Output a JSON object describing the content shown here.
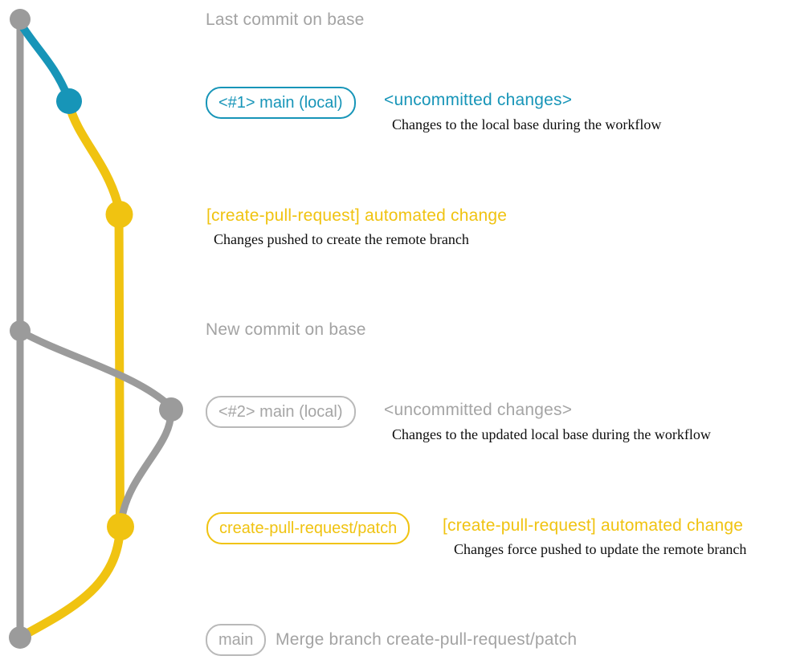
{
  "diagram_title": "git branch workflow diagram",
  "colors": {
    "branch_base_gray": "#9b9b9b",
    "branch_local_blue": "#1795b8",
    "branch_pr_yellow": "#f0c311",
    "label_gray_text": "#a3a3a3",
    "caption_black": "#0d0d0d"
  },
  "annotations": {
    "top_commit": {
      "label": "Last commit on base"
    },
    "row_main1": {
      "pill": "<#1> main (local)",
      "heading": "<uncommitted changes>",
      "caption": "Changes to the local base during the workflow"
    },
    "row_pr1": {
      "heading": "[create-pull-request] automated change",
      "caption": "Changes pushed to create the remote branch"
    },
    "new_commit": {
      "label": "New commit on base"
    },
    "row_main2": {
      "pill": "<#2> main (local)",
      "heading": "<uncommitted changes>",
      "caption": "Changes to the updated local base during the workflow"
    },
    "row_pr2": {
      "pill": "create-pull-request/patch",
      "heading": "[create-pull-request] automated change",
      "caption": "Changes force pushed to update the remote branch"
    },
    "row_merge": {
      "pill": "main",
      "label": "Merge branch create-pull-request/patch"
    }
  },
  "graph_nodes": [
    {
      "name": "base-commit-top",
      "color": "gray"
    },
    {
      "name": "local-commit-1",
      "color": "blue"
    },
    {
      "name": "pr-commit-1",
      "color": "yellow"
    },
    {
      "name": "base-commit-new",
      "color": "gray"
    },
    {
      "name": "local-commit-2",
      "color": "gray"
    },
    {
      "name": "pr-commit-2",
      "color": "yellow"
    },
    {
      "name": "merge-commit-bottom",
      "color": "gray"
    }
  ]
}
